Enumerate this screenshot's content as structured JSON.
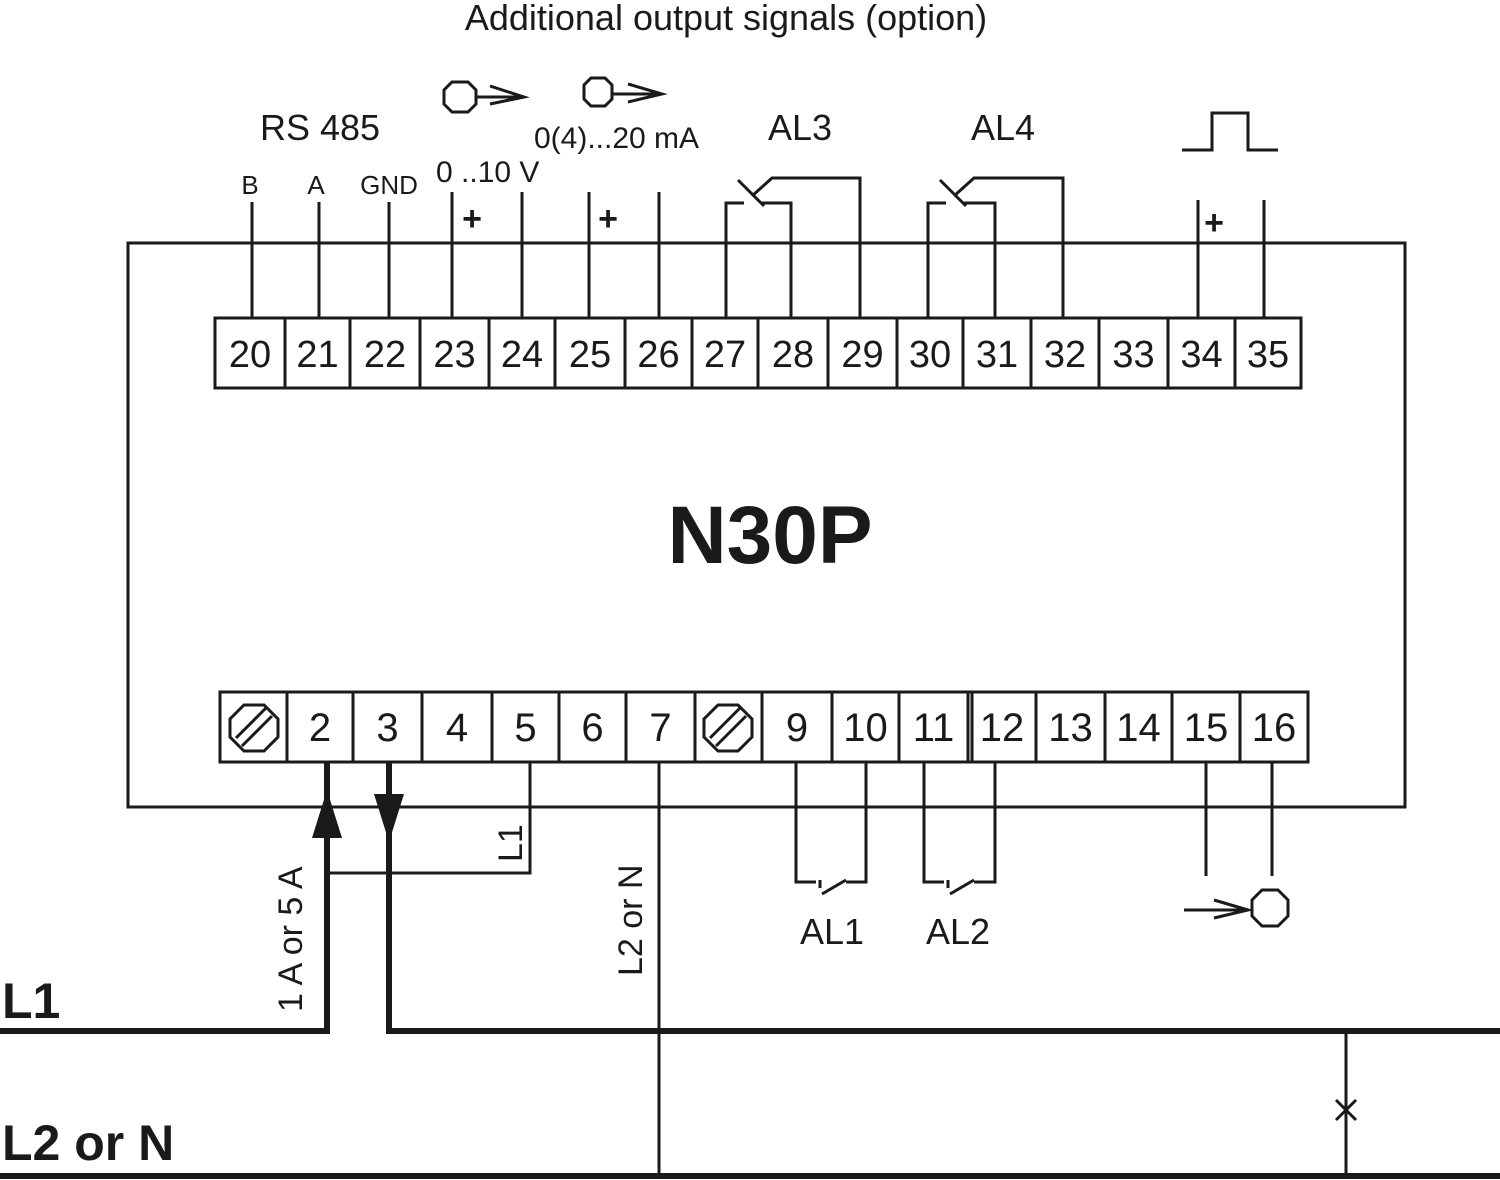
{
  "header": {
    "title": "Additional output signals (option)"
  },
  "device": {
    "model": "N30P"
  },
  "top_terminals": [
    "20",
    "21",
    "22",
    "23",
    "24",
    "25",
    "26",
    "27",
    "28",
    "29",
    "30",
    "31",
    "32",
    "33",
    "34",
    "35"
  ],
  "bottom_terminals": [
    "",
    "2",
    "3",
    "4",
    "5",
    "6",
    "7",
    "",
    "9",
    "10",
    "11",
    "12",
    "13",
    "14",
    "15",
    "16"
  ],
  "signals": {
    "rs485": "RS 485",
    "rs485_b": "B",
    "rs485_a": "A",
    "rs485_gnd": "GND",
    "voltage_out": "0 ..10 V",
    "current_out": "0(4)...20 mA",
    "plus": "+",
    "al1": "AL1",
    "al2": "AL2",
    "al3": "AL3",
    "al4": "AL4"
  },
  "wiring": {
    "current_input": "1 A or 5 A",
    "l1_label": "L1",
    "neutral_label": "L2 or N"
  },
  "rails": {
    "l1": "L1",
    "neutral": "L2 or N"
  },
  "icons": [
    "analog-output-icon",
    "pulse-output-icon",
    "impulse-counter-icon",
    "screw-terminal-icon"
  ],
  "colors": {
    "line": "#1a1a1a",
    "background": "#ffffff"
  }
}
